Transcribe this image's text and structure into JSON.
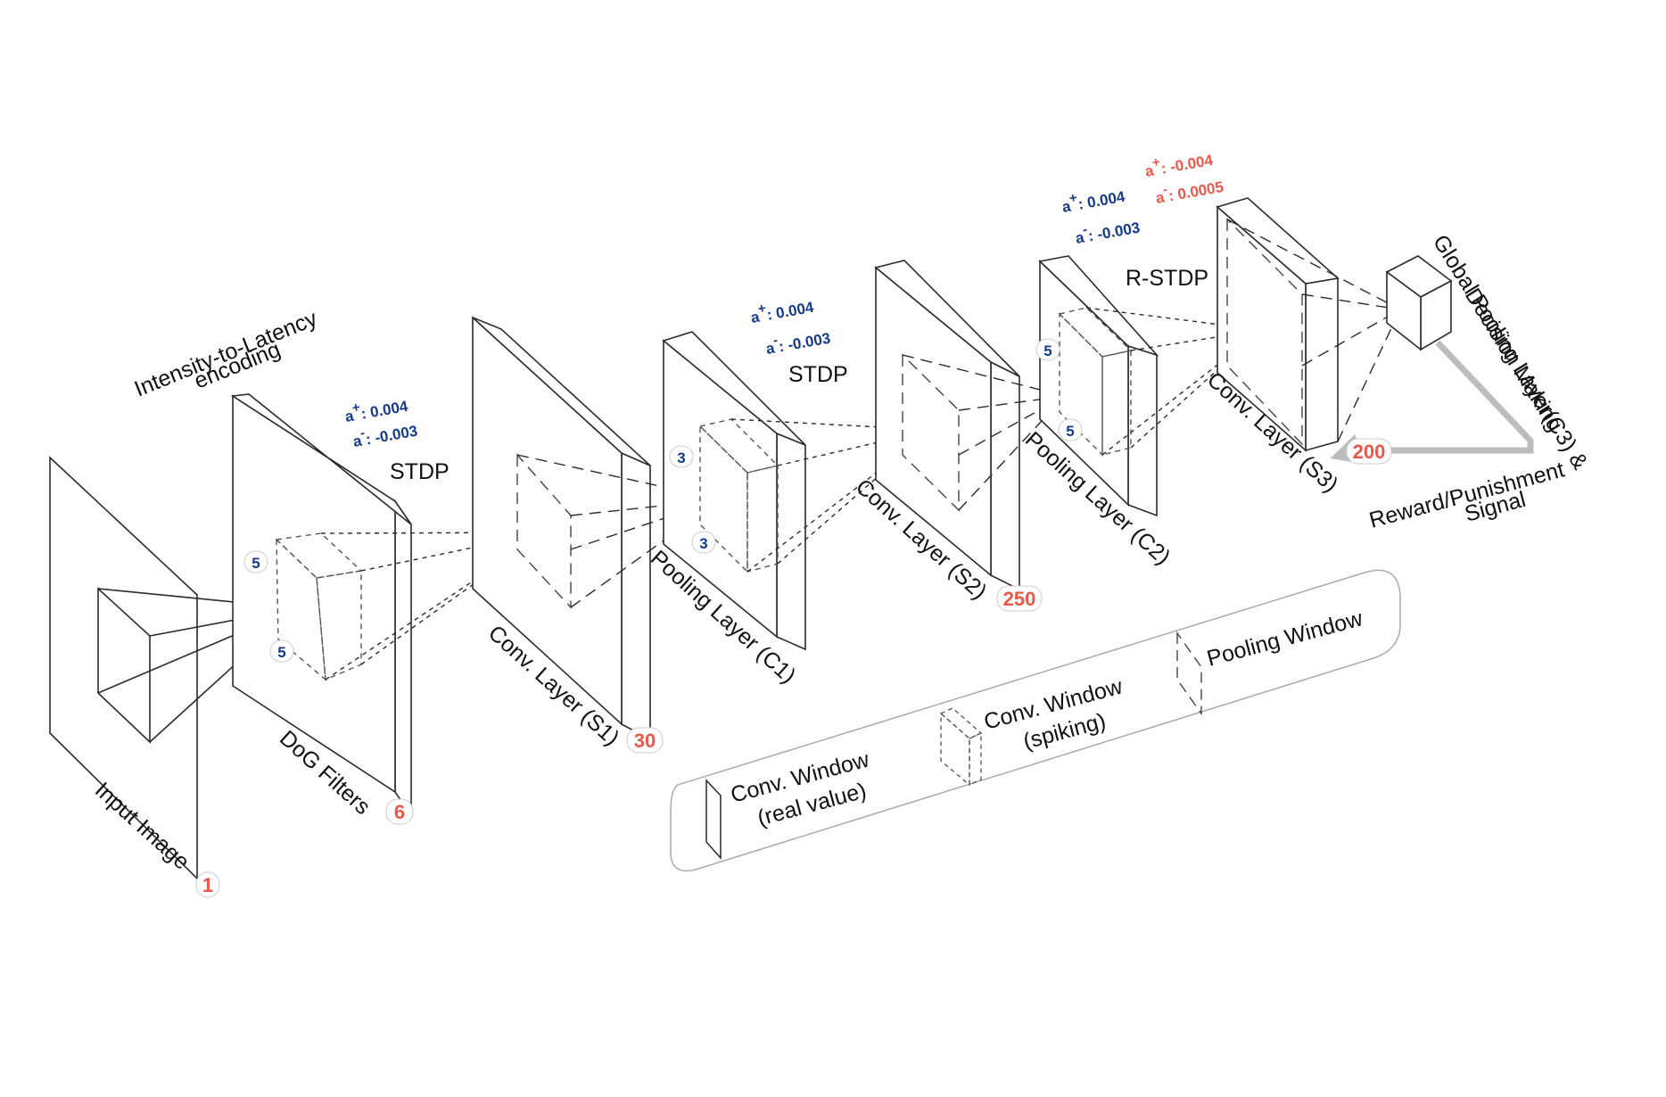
{
  "colors": {
    "blue": "#163a8a",
    "red": "#e8594a",
    "line": "#2b2b2b",
    "gray": "#bdbdbd"
  },
  "labels": {
    "input_image": "Input Image",
    "encoding_1": "Intensity-to-Latency",
    "encoding_2": "encoding",
    "dog_filters": "DoG Filters",
    "conv_s1": "Conv. Layer (S1)",
    "pool_c1": "Pooling Layer (C1)",
    "conv_s2": "Conv. Layer (S2)",
    "pool_c2": "Pooling Layer (C2)",
    "conv_s3": "Conv. Layer (S3)",
    "global_1": "Global Pooling Layer(C3) &",
    "global_2": "Decision Making",
    "reward_1": "Reward/Punishment",
    "reward_2": "Signal",
    "stdp_1": "STDP",
    "stdp_2": "STDP",
    "rstdp": "R-STDP"
  },
  "counts": {
    "input": "1",
    "dog": "6",
    "s1": "30",
    "s2": "250",
    "s3": "200"
  },
  "window_sizes": {
    "dog_top": "5",
    "dog_bottom": "5",
    "c1_top": "3",
    "c1_bottom": "3",
    "c2_top": "5",
    "c2_bottom": "5"
  },
  "learning_rates": {
    "a_base": "a",
    "plus_sign": "+",
    "minus_sign": "-",
    "stdp1_plus": ": 0.004",
    "stdp1_minus": ": -0.003",
    "stdp2_plus": ": 0.004",
    "stdp2_minus": ": -0.003",
    "rstdp_reward_plus": ": 0.004",
    "rstdp_reward_minus": ": -0.003",
    "rstdp_punish_plus": ": -0.004",
    "rstdp_punish_minus": ": 0.0005"
  },
  "legend": {
    "conv_real_1": "Conv. Window",
    "conv_real_2": "(real value)",
    "conv_spiking_1": "Conv. Window",
    "conv_spiking_2": "(spiking)",
    "pooling": "Pooling Window"
  }
}
